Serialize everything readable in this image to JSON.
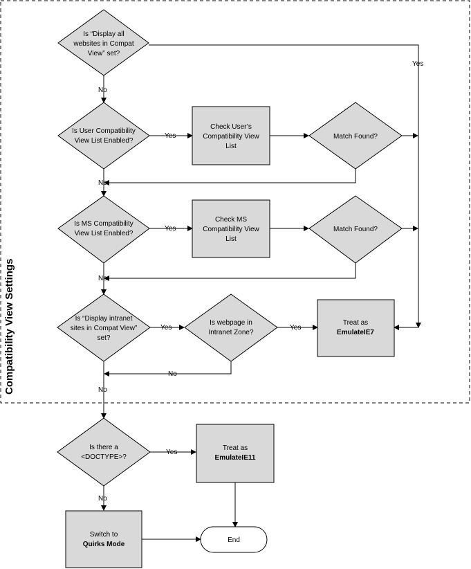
{
  "region_title": "Compatibility View Settings",
  "nodes": {
    "q_display_all": [
      "Is “Display all",
      "websites in Compat",
      "View” set?"
    ],
    "q_user_list": [
      "Is User Compatibility",
      "View List Enabled?"
    ],
    "check_user_list": [
      "Check User’s",
      "Compatibility View",
      "List"
    ],
    "match_found_1": [
      "Match Found?"
    ],
    "q_ms_list": [
      "Is MS Compatibility",
      "View List Enabled?"
    ],
    "check_ms_list": [
      "Check MS",
      "Compatibility View",
      "List"
    ],
    "match_found_2": [
      "Match Found?"
    ],
    "q_intranet": [
      "Is “Display intranet",
      "sites in Compat View”",
      "set?"
    ],
    "q_intranet_zone": [
      "Is webpage in",
      "Intranet Zone?"
    ],
    "treat_ie7": [
      "Treat as",
      "EmulateIE7"
    ],
    "q_doctype": [
      "Is there a",
      "<DOCTYPE>?"
    ],
    "treat_ie11": [
      "Treat as",
      "EmulateIE11"
    ],
    "quirks": [
      "Switch to",
      "Quirks Mode"
    ],
    "end": [
      "End"
    ]
  },
  "edge_labels": {
    "yes": "Yes",
    "no": "No"
  }
}
